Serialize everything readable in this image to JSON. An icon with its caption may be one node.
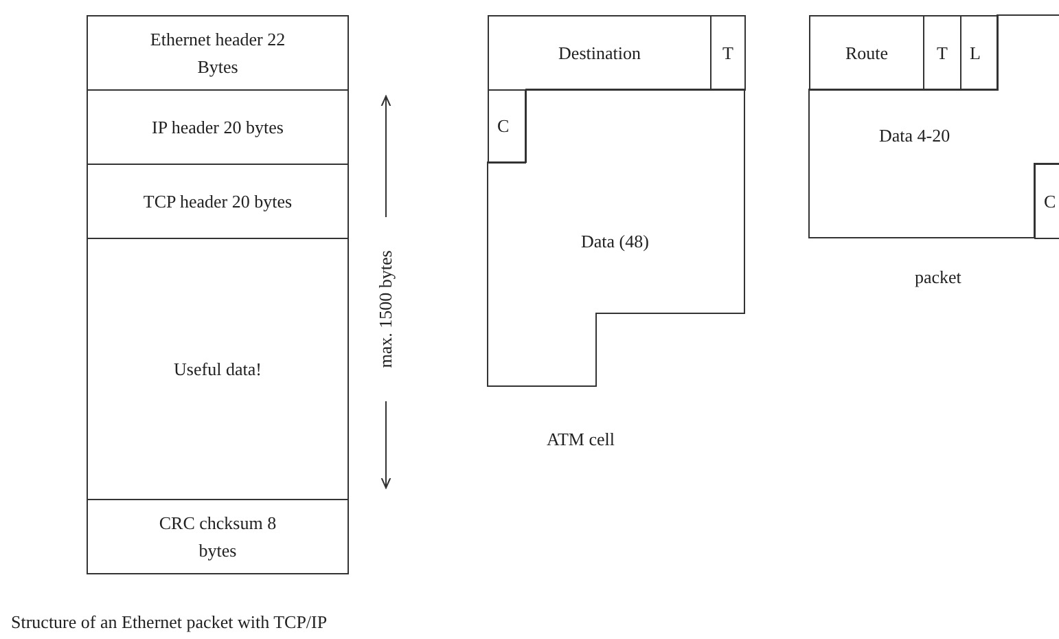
{
  "diagram": {
    "caption": "Structure of an Ethernet packet with TCP/IP",
    "nodes": [
      {
        "text": [
          "Ethernet header 22 Bytes"
        ]
      },
      {
        "text": [
          "IP header 20 bytes"
        ]
      },
      {
        "text": [
          "TCP header 20 bytes"
        ]
      },
      {
        "text": [
          "Useful data!"
        ]
      },
      {
        "text": [
          "CRC chcksum 8 bytes"
        ]
      },
      {
        "text": [
          "Destination"
        ]
      },
      {
        "text": [
          "T"
        ]
      },
      {
        "text": [
          "C"
        ]
      },
      {
        "text": [
          "Data (48)"
        ]
      },
      {
        "text": [
          "Route"
        ]
      },
      {
        "text": [
          "T"
        ]
      },
      {
        "text": [
          "L"
        ]
      },
      {
        "text": [
          "Data 4-20"
        ]
      },
      {
        "text": [
          "C"
        ]
      }
    ],
    "labels": [
      "max. 1500 bytes",
      "ATM cell",
      "packet"
    ]
  }
}
